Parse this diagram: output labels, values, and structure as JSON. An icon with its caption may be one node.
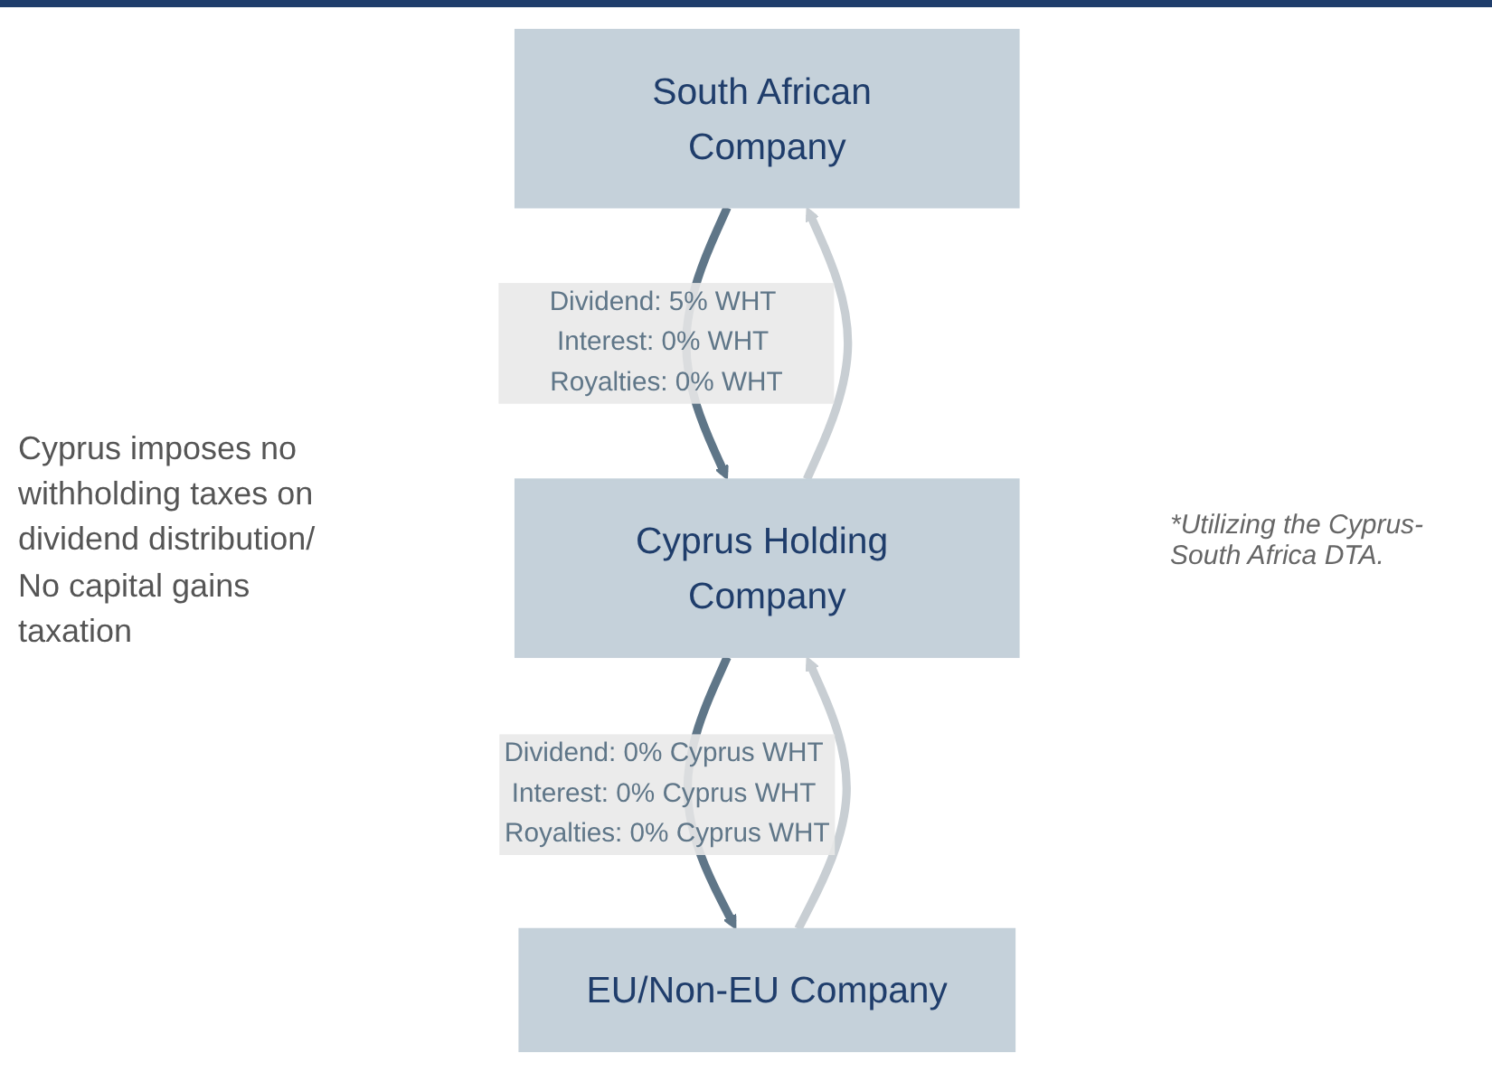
{
  "diagram": {
    "nodes": [
      {
        "text": [
          "South African Company"
        ]
      },
      {
        "text": [
          "Cyprus Holding Company"
        ]
      },
      {
        "text": [
          "EU/Non-EU Company"
        ]
      }
    ],
    "edges": [
      {
        "from": 2,
        "to": 1,
        "arrow": "to",
        "color": "#c8ced3"
      },
      {
        "from": 1,
        "to": 0,
        "arrow": "to",
        "color": "#c8ced3"
      },
      {
        "from": 0,
        "to": 1,
        "arrow": "to",
        "color": "#5f7688",
        "label": "Dividend: 5% WHT Interest: 0% WHT Royalties: 0% WHT"
      },
      {
        "from": 1,
        "to": 2,
        "arrow": "to",
        "color": "#5f7688",
        "label": "Dividend: 0% Cyprus WHT Interest: 0% Cyprus WHT Royalties: 0% Cyprus WHT"
      }
    ],
    "labels": [
      "Cyprus imposes no withholding taxes on dividend distribution/ No capital gains taxation",
      "*Utilizing the Cyprus-South Africa DTA."
    ]
  }
}
